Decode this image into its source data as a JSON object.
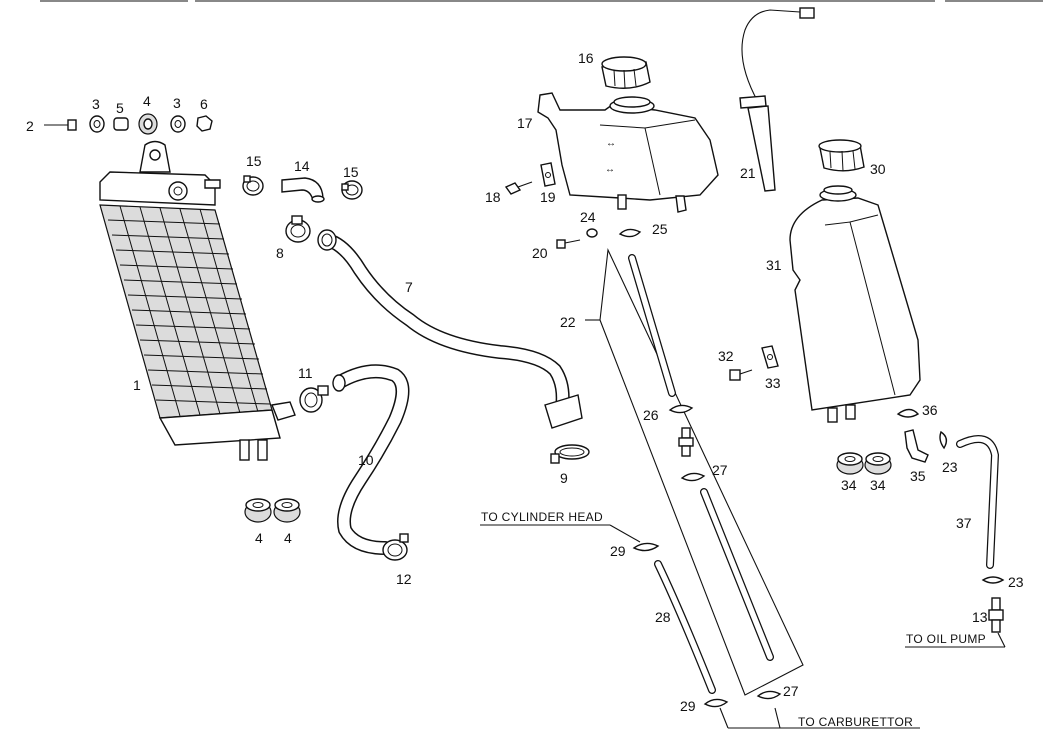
{
  "part_numbers": {
    "p1": "1",
    "p2": "2",
    "p3a": "3",
    "p3b": "3",
    "p4a": "4",
    "p4b": "4",
    "p4c": "4",
    "p5": "5",
    "p6": "6",
    "p7": "7",
    "p8": "8",
    "p9": "9",
    "p10": "10",
    "p11": "11",
    "p12": "12",
    "p13": "13",
    "p14": "14",
    "p15a": "15",
    "p15b": "15",
    "p16": "16",
    "p17": "17",
    "p18": "18",
    "p19": "19",
    "p20": "20",
    "p21": "21",
    "p22": "22",
    "p23a": "23",
    "p23b": "23",
    "p24": "24",
    "p25": "25",
    "p26": "26",
    "p27a": "27",
    "p27b": "27",
    "p28": "28",
    "p29a": "29",
    "p29b": "29",
    "p30": "30",
    "p31": "31",
    "p32": "32",
    "p33": "33",
    "p34a": "34",
    "p34b": "34",
    "p35": "35",
    "p36": "36",
    "p37": "37"
  },
  "annotations": {
    "to_cylinder_head": "TO CYLINDER HEAD",
    "to_carburettor": "TO CARBURETTOR",
    "to_oil_pump": "TO OIL PUMP"
  }
}
